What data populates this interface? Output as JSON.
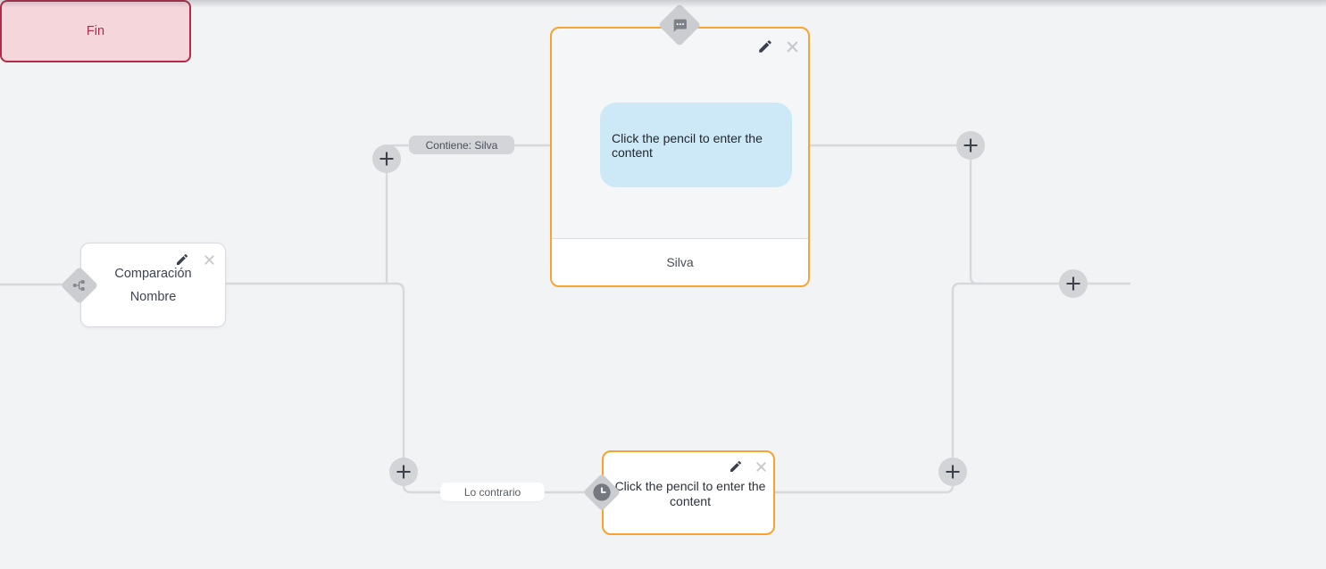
{
  "flow": {
    "condition_node": {
      "title": "Comparación",
      "variable": "Nombre"
    },
    "message_node": {
      "body_placeholder": "Click the pencil to enter the content",
      "footer_label": "Silva"
    },
    "wait_node": {
      "body_placeholder": "Click the pencil to enter the content"
    },
    "end_node": {
      "label": "Fin"
    },
    "edge_labels": {
      "match": "Contiene: Silva",
      "else": "Lo contrario"
    }
  },
  "colors": {
    "canvas_bg": "#f2f3f5",
    "line": "#d7d8dc",
    "accent_orange": "#f8a231",
    "accent_red": "#b12b46",
    "end_bg": "#f5d7db",
    "bubble_blue": "#cde9f7",
    "pill_gray": "#d3d5d9",
    "node_gray": "#cbcdd1",
    "plus_gray": "#d3d4d8"
  }
}
